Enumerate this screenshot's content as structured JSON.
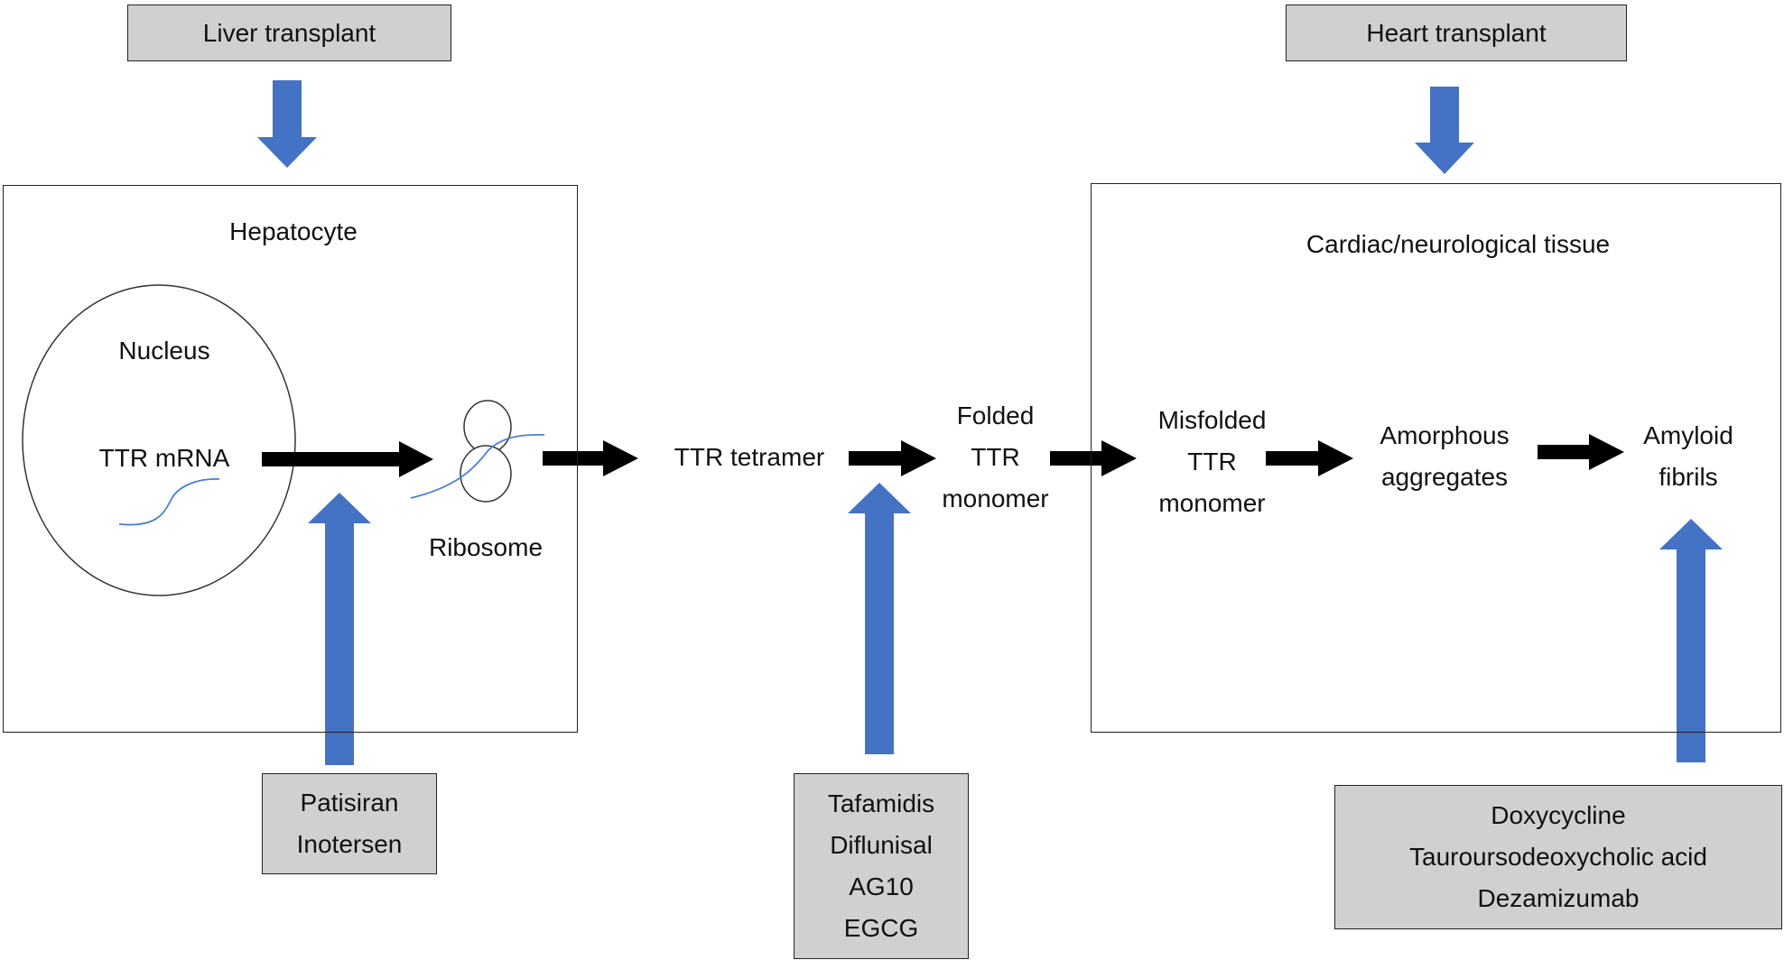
{
  "colors": {
    "treatment_arrow": "#4472c4",
    "pathway_arrow": "#000000",
    "treatment_box": "#d0d0d0",
    "mrna_strand": "#4a7fd4"
  },
  "boxes": {
    "liver_transplant": "Liver transplant",
    "heart_transplant": "Heart transplant",
    "rna_therapies": [
      "Patisiran",
      "Inotersen"
    ],
    "stabilizers": [
      "Tafamidis",
      "Diflunisal",
      "AG10",
      "EGCG"
    ],
    "fibril_disruptors": [
      "Doxycycline",
      "Tauroursodeoxycholic acid",
      "Dezamizumab"
    ]
  },
  "regions": {
    "hepatocyte": "Hepatocyte",
    "tissue": "Cardiac/neurological tissue"
  },
  "labels": {
    "nucleus": "Nucleus",
    "ttr_mrna": "TTR mRNA",
    "ribosome": "Ribosome",
    "ttr_tetramer": "TTR tetramer",
    "folded_monomer": [
      "Folded",
      "TTR",
      "monomer"
    ],
    "misfolded_monomer": [
      "Misfolded",
      "TTR",
      "monomer"
    ],
    "amorphous_aggregates": [
      "Amorphous",
      "aggregates"
    ],
    "amyloid_fibrils": [
      "Amyloid",
      "fibrils"
    ]
  }
}
